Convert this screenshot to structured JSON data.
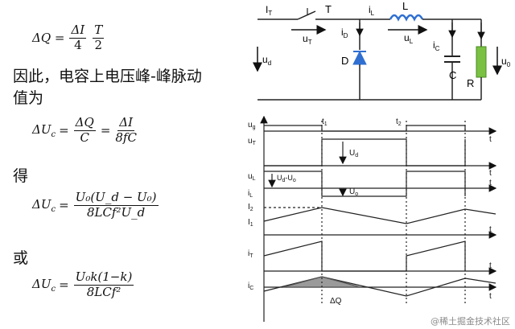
{
  "formulas": {
    "f1": {
      "lhs": "ΔQ =",
      "frac1_num": "ΔI",
      "frac1_den": "4",
      "frac2_num": "T",
      "frac2_den": "2"
    },
    "text1": "因此，电容上电压峰-峰脉动",
    "text2": "值为",
    "f2": {
      "lhs": "ΔU",
      "sub": "c",
      "eq": "=",
      "frac1_num": "ΔQ",
      "frac1_den": "C",
      "eq2": "=",
      "frac2_num": "ΔI",
      "frac2_den": "8fC"
    },
    "text3": "得",
    "f3": {
      "lhs": "ΔU",
      "sub": "c",
      "eq": "=",
      "num": "U₀(U_d − U₀)",
      "den": "8LCf²U_d"
    },
    "text4": "或",
    "f4": {
      "lhs": "ΔU",
      "sub": "c",
      "eq": "=",
      "num": "U₀k(1−k)",
      "den": "8LCf²"
    }
  },
  "circuit": {
    "label_iT": "I",
    "label_iT_sub": "T",
    "label_T": "T",
    "label_iL": "i",
    "label_iL_sub": "L",
    "label_L": "L",
    "label_uT": "u",
    "label_uT_sub": "T",
    "label_uL": "u",
    "label_uL_sub": "L",
    "label_iD": "i",
    "label_iD_sub": "D",
    "label_D": "D",
    "label_iC": "i",
    "label_iC_sub": "C",
    "label_C": "C",
    "label_R": "R",
    "label_ud": "u",
    "label_ud_sub": "d",
    "label_u0": "u",
    "label_u0_sub": "0",
    "colors": {
      "inductor": "#2f6fd1",
      "diode": "#2f6fd1",
      "resistor": "#7ac143",
      "wire": "#222222"
    }
  },
  "waveforms": {
    "label_ug": "u",
    "label_ug_sub": "g",
    "label_uT": "u",
    "label_uT_sub": "T",
    "label_uL": "u",
    "label_uL_sub": "L",
    "label_iL": "i",
    "label_iL_sub": "L",
    "label_I2": "I",
    "label_I2_sub": "2",
    "label_I1": "I",
    "label_I1_sub": "1",
    "label_iT": "i",
    "label_iT_sub": "T",
    "label_iC": "i",
    "label_iC_sub": "C",
    "label_t1": "t",
    "label_t1_sub": "1",
    "label_t2": "t",
    "label_t2_sub": "2",
    "label_t": "t",
    "label_Ud": "U",
    "label_Ud_sub": "d",
    "label_UdU0": "U",
    "label_UdU0_rest": "d",
    "label_UdU0_mid": "-U",
    "label_UdU0_end": "o",
    "label_Uo": "U",
    "label_Uo_sub": "o",
    "label_dQ": "ΔQ"
  },
  "watermark": "@稀土掘金技术社区"
}
